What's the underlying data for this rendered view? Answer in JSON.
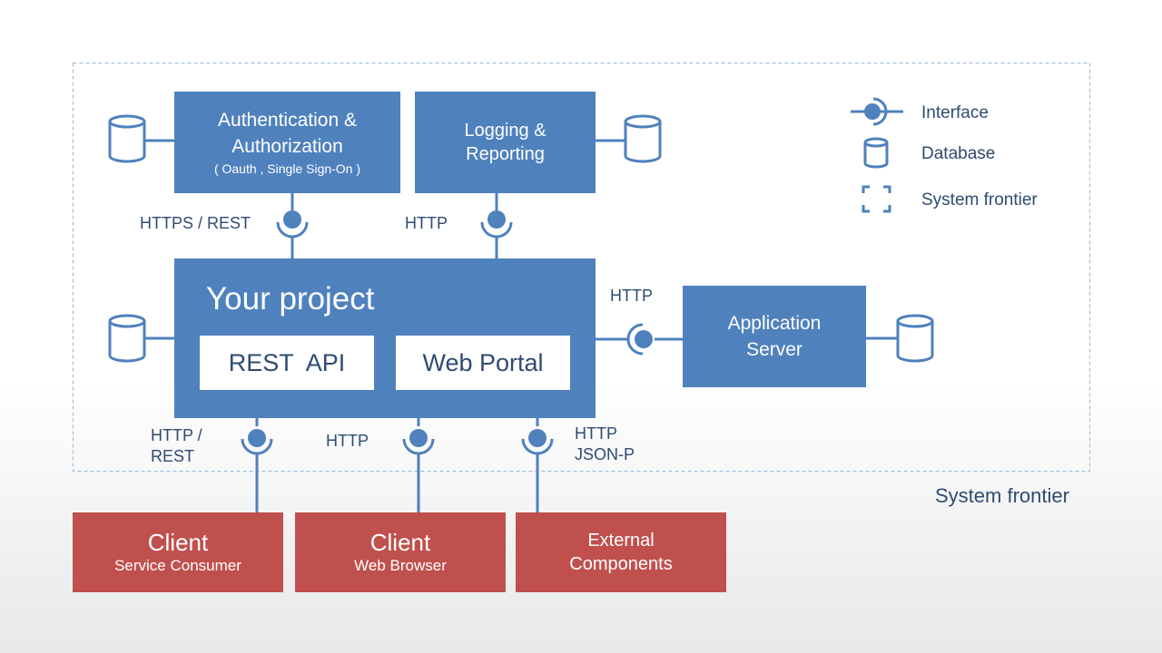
{
  "colors": {
    "component": "#4f81bd",
    "external": "#c0504d",
    "line": "#4f81bd",
    "text": "#2f4b70"
  },
  "boxes": {
    "auth": {
      "line1": "Authentication &",
      "line2": "Authorization",
      "sub": "( Oauth , Single Sign-On )"
    },
    "logging": {
      "line1": "Logging &",
      "line2": "Reporting"
    },
    "project": {
      "title": "Your project",
      "rest_api": "REST  API",
      "web_portal": "Web Portal"
    },
    "app_server": {
      "line1": "Application",
      "line2": "Server"
    },
    "client_consumer": {
      "title": "Client",
      "sub": "Service Consumer"
    },
    "client_browser": {
      "title": "Client",
      "sub": "Web Browser"
    },
    "external": {
      "line1": "External",
      "line2": "Components"
    }
  },
  "labels": {
    "https_rest": "HTTPS / REST",
    "http_logging": "HTTP",
    "http_app": "HTTP",
    "http_rest_1": "HTTP /",
    "http_rest_2": "REST",
    "http_browser": "HTTP",
    "http_jsonp_1": "HTTP",
    "http_jsonp_2": "JSON-P"
  },
  "legend": {
    "interface": "Interface",
    "database": "Database",
    "frontier": "System frontier"
  },
  "frontier_caption": "System frontier"
}
